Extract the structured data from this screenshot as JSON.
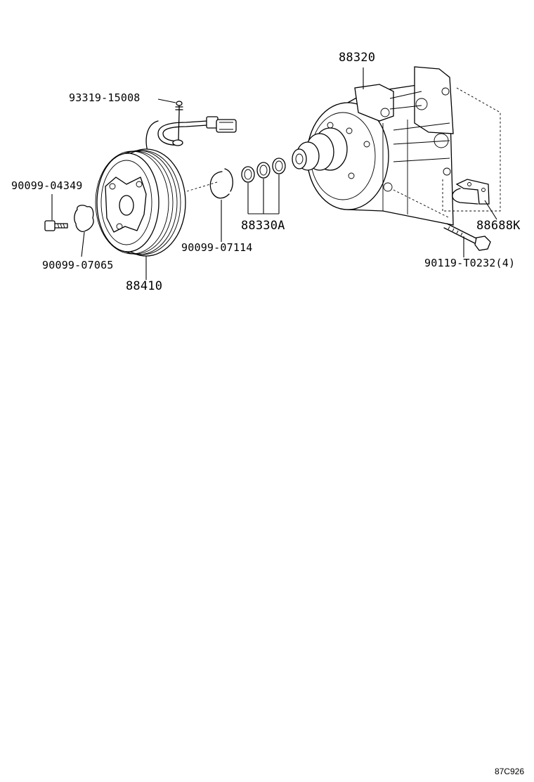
{
  "callouts": {
    "p93319": "93319-15008",
    "p88320": "88320",
    "p90099_04349": "90099-04349",
    "p88330A": "88330A",
    "p88688K": "88688K",
    "p90099_07114": "90099-07114",
    "p90099_07065": "90099-07065",
    "p90119": "90119-T0232(4)",
    "p88410": "88410"
  },
  "figure_code": "87C926"
}
